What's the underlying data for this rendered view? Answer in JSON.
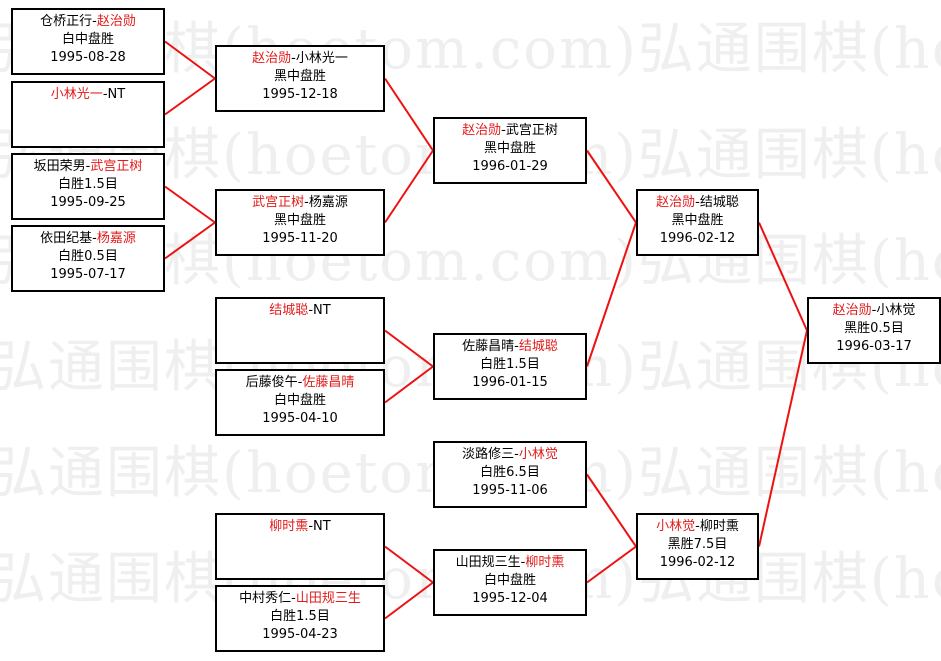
{
  "watermark": "弘通围棋(hoetom.com)弘通围棋(hoetom.com)",
  "colors": {
    "winner": "#e21b1b",
    "line": "#ee1111",
    "border": "#000000"
  },
  "matches": [
    {
      "id": "r1-1",
      "players": [
        "仓桥正行",
        "赵治勋"
      ],
      "winner": 1,
      "result": "白中盘胜",
      "date": "1995-08-28"
    },
    {
      "id": "r1-2",
      "players": [
        "小林光一",
        "NT"
      ],
      "winner": 0,
      "result": "",
      "date": ""
    },
    {
      "id": "r1-3",
      "players": [
        "坂田荣男",
        "武宫正树"
      ],
      "winner": 1,
      "result": "白胜1.5目",
      "date": "1995-09-25"
    },
    {
      "id": "r1-4",
      "players": [
        "依田纪基",
        "杨嘉源"
      ],
      "winner": 1,
      "result": "白胜0.5目",
      "date": "1995-07-17"
    },
    {
      "id": "r2-1",
      "players": [
        "赵治勋",
        "小林光一"
      ],
      "winner": 0,
      "result": "黑中盘胜",
      "date": "1995-12-18"
    },
    {
      "id": "r2-2",
      "players": [
        "武宫正树",
        "杨嘉源"
      ],
      "winner": 0,
      "result": "黑中盘胜",
      "date": "1995-11-20"
    },
    {
      "id": "r2-3",
      "players": [
        "结城聪",
        "NT"
      ],
      "winner": 0,
      "result": "",
      "date": ""
    },
    {
      "id": "r2-4",
      "players": [
        "后藤俊午",
        "佐藤昌晴"
      ],
      "winner": 1,
      "result": "白中盘胜",
      "date": "1995-04-10"
    },
    {
      "id": "r2-5",
      "players": [
        "柳时熏",
        "NT"
      ],
      "winner": 0,
      "result": "",
      "date": ""
    },
    {
      "id": "r2-6",
      "players": [
        "中村秀仁",
        "山田规三生"
      ],
      "winner": 1,
      "result": "白胜1.5目",
      "date": "1995-04-23"
    },
    {
      "id": "r3-1",
      "players": [
        "赵治勋",
        "武宫正树"
      ],
      "winner": 0,
      "result": "黑中盘胜",
      "date": "1996-01-29"
    },
    {
      "id": "r3-2",
      "players": [
        "佐藤昌晴",
        "结城聪"
      ],
      "winner": 1,
      "result": "白胜1.5目",
      "date": "1996-01-15"
    },
    {
      "id": "r3-3",
      "players": [
        "淡路修三",
        "小林觉"
      ],
      "winner": 1,
      "result": "白胜6.5目",
      "date": "1995-11-06"
    },
    {
      "id": "r3-4",
      "players": [
        "山田规三生",
        "柳时熏"
      ],
      "winner": 1,
      "result": "白中盘胜",
      "date": "1995-12-04"
    },
    {
      "id": "r4-1",
      "players": [
        "赵治勋",
        "结城聪"
      ],
      "winner": 0,
      "result": "黑中盘胜",
      "date": "1996-02-12"
    },
    {
      "id": "r4-2",
      "players": [
        "小林觉",
        "柳时熏"
      ],
      "winner": 0,
      "result": "黑胜7.5目",
      "date": "1996-02-12"
    },
    {
      "id": "final",
      "players": [
        "赵治勋",
        "小林觉"
      ],
      "winner": 0,
      "result": "黑胜0.5目",
      "date": "1996-03-17"
    }
  ],
  "links": [
    [
      "r1-1",
      "r2-1"
    ],
    [
      "r1-2",
      "r2-1"
    ],
    [
      "r1-3",
      "r2-2"
    ],
    [
      "r1-4",
      "r2-2"
    ],
    [
      "r2-1",
      "r3-1"
    ],
    [
      "r2-2",
      "r3-1"
    ],
    [
      "r2-3",
      "r3-2"
    ],
    [
      "r2-4",
      "r3-2"
    ],
    [
      "r2-5",
      "r3-4"
    ],
    [
      "r2-6",
      "r3-4"
    ],
    [
      "r3-1",
      "r4-1"
    ],
    [
      "r3-2",
      "r4-1"
    ],
    [
      "r3-3",
      "r4-2"
    ],
    [
      "r3-4",
      "r4-2"
    ],
    [
      "r4-1",
      "final"
    ],
    [
      "r4-2",
      "final"
    ]
  ]
}
